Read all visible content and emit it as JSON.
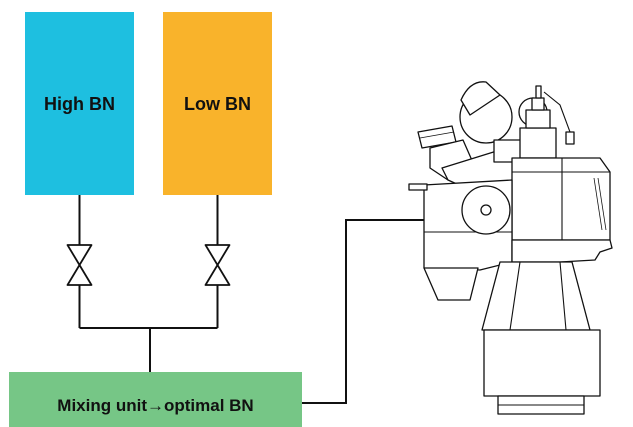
{
  "tanks": {
    "high": {
      "label": "High BN",
      "color": "#1ebfe0"
    },
    "low": {
      "label": "Low BN",
      "color": "#f9b32b"
    }
  },
  "mixing_unit": {
    "label": "Mixing unit→optimal BN",
    "color": "#76c686"
  },
  "icons": {
    "valve": "gate-valve-icon",
    "engine": "marine-engine-icon"
  }
}
